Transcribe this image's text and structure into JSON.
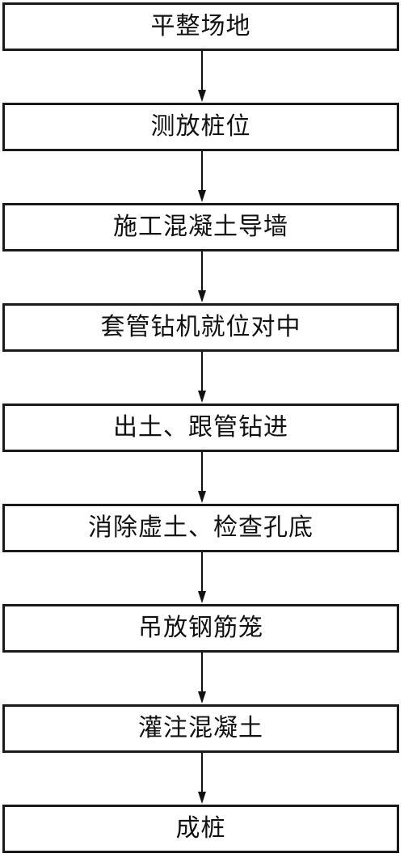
{
  "diagram": {
    "type": "flowchart",
    "steps": [
      {
        "label": "平整场地"
      },
      {
        "label": "测放桩位"
      },
      {
        "label": "施工混凝土导墙"
      },
      {
        "label": "套管钻机就位对中"
      },
      {
        "label": "出土、跟管钻进"
      },
      {
        "label": "消除虚土、检查孔底"
      },
      {
        "label": "吊放钢筋笼"
      },
      {
        "label": "灌注混凝土"
      },
      {
        "label": "成桩"
      }
    ]
  }
}
